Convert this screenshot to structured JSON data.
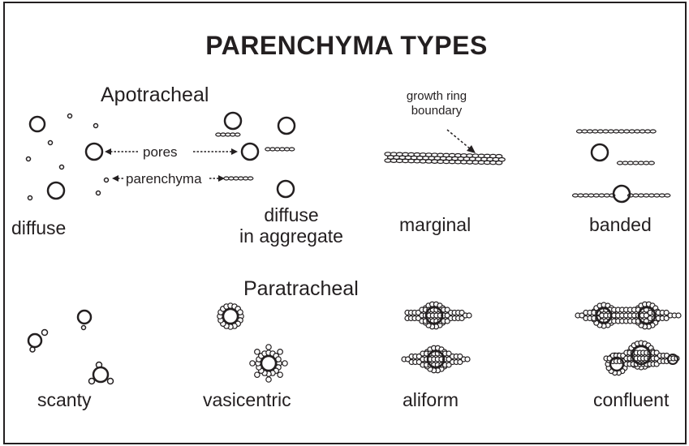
{
  "title": "PARENCHYMA TYPES",
  "sections": {
    "apotracheal": "Apotracheal",
    "paratracheal": "Paratracheal"
  },
  "annotations": {
    "pores": "pores",
    "parenchyma": "parenchyma",
    "growth_ring_line1": "growth ring",
    "growth_ring_line2": "boundary"
  },
  "types": {
    "diffuse": "diffuse",
    "diffuse_aggregate_line1": "diffuse",
    "diffuse_aggregate_line2": "in aggregate",
    "marginal": "marginal",
    "banded": "banded",
    "scanty": "scanty",
    "vasicentric": "vasicentric",
    "aliform": "aliform",
    "confluent": "confluent"
  },
  "colors": {
    "ink": "#231f20",
    "background": "#ffffff"
  }
}
